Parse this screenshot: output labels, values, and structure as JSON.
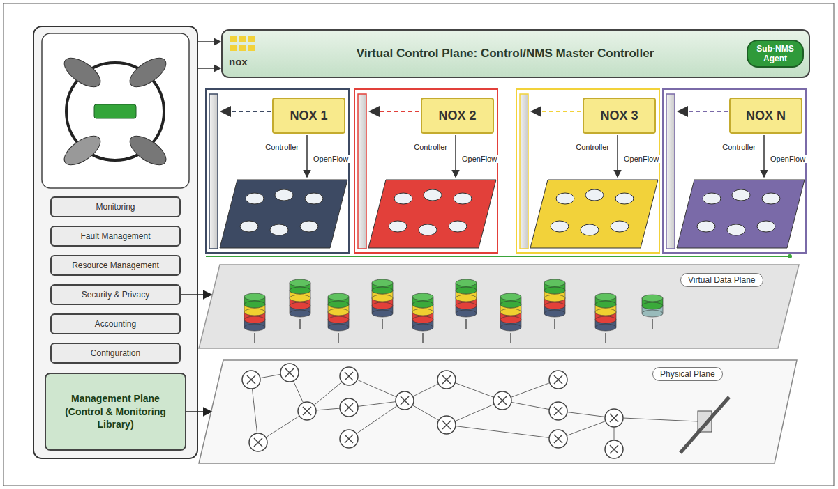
{
  "diagram": {
    "nodes": [
      {
        "text": [
          "Monitoring"
        ]
      },
      {
        "text": [
          "Fault Management"
        ]
      },
      {
        "text": [
          "Resource Management"
        ]
      },
      {
        "text": [
          "Security & Privacy"
        ]
      },
      {
        "text": [
          "Accounting"
        ]
      },
      {
        "text": [
          "Configuration"
        ]
      },
      {
        "text": [
          "Management Plane (Control & Monitoring Library)"
        ]
      },
      {
        "text": [
          "Virtual Control Plane: Control/NMS Master Controller"
        ]
      },
      {
        "text": [
          "Sub-NMS Agent"
        ],
        "in": 7
      },
      {
        "text": [
          "NOX 1"
        ]
      },
      {
        "text": [
          "NOX 2"
        ]
      },
      {
        "text": [
          "NOX 3"
        ]
      },
      {
        "text": [
          "NOX N"
        ]
      },
      {
        "text": [
          "Virtual Data Plane"
        ]
      },
      {
        "text": [
          "Physical Plane"
        ]
      }
    ],
    "edges": [
      {
        "from": 3,
        "to": 13,
        "arrow": "to"
      },
      {
        "from": 6,
        "to": 14,
        "arrow": "to"
      }
    ],
    "labels": [
      "nox",
      "Controller",
      "OpenFlow",
      "Controller",
      "OpenFlow",
      "Controller",
      "OpenFlow",
      "Controller",
      "OpenFlow"
    ]
  }
}
